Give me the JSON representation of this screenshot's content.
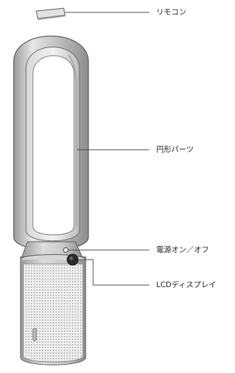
{
  "labels": {
    "remote": "リモコン",
    "loop": "円形パーツ",
    "power": "電源オン／オフ",
    "lcd": "LCDディスプレイ"
  },
  "colors": {
    "metal_light": "#eaeaea",
    "metal_mid": "#c6c6c6",
    "metal_dark": "#8a8a8a",
    "outline": "#555555",
    "leader": "#444444",
    "grille_dot": "#9a9a9a",
    "button": "#2b2b2b"
  },
  "icons": {
    "remote": "remote-control-icon",
    "power": "power-button-icon",
    "lcd": "lcd-display-icon"
  }
}
